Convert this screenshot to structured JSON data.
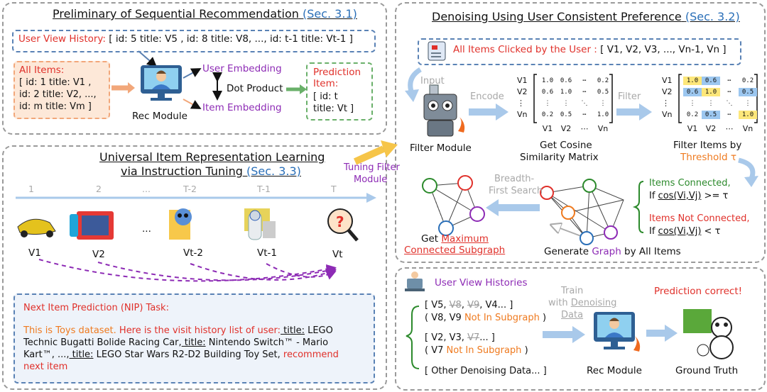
{
  "colors": {
    "red": "#e0302a",
    "orange": "#ef7a1f",
    "green": "#2c8a2c",
    "purple": "#8d2bb5",
    "section_blue": "#2a6fb8",
    "arrow_blue": "#a9c9ea",
    "highlight_yellow": "#fde77a",
    "highlight_blue": "#9cc7f0"
  },
  "prelim": {
    "title": "Preliminary of Sequential Recommendation",
    "sec": "(Sec. 3.1)",
    "history_label": "User View History:",
    "history_text": "[ id: 5 title: V5 , id: 8 title: V8, ..., id: t-1 title: Vt-1 ]",
    "all_items_label": "All Items:",
    "all_items_lines": [
      "[ id: 1 title: V1 ,",
      "id: 2 title: V2, ...,",
      "id: m title: Vm ]"
    ],
    "rec_module": "Rec Module",
    "user_embedding": "User Embedding",
    "item_embedding": "Item Embedding",
    "dot_product": "Dot Product",
    "prediction_label": "Prediction Item:",
    "prediction_lines": [
      "[ id: t",
      "title: Vt ]"
    ]
  },
  "universal": {
    "title_line1": "Universal Item Representation Learning",
    "title_line2": "via Instruction Tuning",
    "sec": "(Sec. 3.3)",
    "timeline": [
      "1",
      "2",
      "...",
      "T-2",
      "T-1",
      "T"
    ],
    "items": [
      "V1",
      "V2",
      "...",
      "Vt-2",
      "Vt-1",
      "Vt"
    ],
    "nip_title": "Next Item Prediction (NIP) Task:",
    "nip_line1a": "This is Toys dataset.",
    "nip_line1b": " Here is the visit history list of user:",
    "nip_line1c": " title:",
    "nip_line1d": " LEGO",
    "nip_line2a": "Technic Bugatti Bolide Racing Car,",
    "nip_line2b": " title:",
    "nip_line2c": " Nintendo Switch™ - Mario",
    "nip_line3a": "Kart™, ...,",
    "nip_line3b": " title:",
    "nip_line3c": " LEGO Star Wars R2-D2 Building Toy Set,",
    "nip_line3d": " recommend",
    "nip_line4": "next item",
    "tuning_line1": "Tuning Filter",
    "tuning_line2": "Module"
  },
  "denoise": {
    "title": "Denoising Using User Consistent Preference",
    "sec": "(Sec. 3.2)",
    "clicked_label": "All Items Clicked by the User :",
    "clicked_list": "[ V1, V2, V3, ..., Vn-1, Vn ]",
    "input": "Input",
    "encode": "Encode",
    "filter": "Filter",
    "filter_module": "Filter Module",
    "cosine_line1": "Get Cosine",
    "cosine_line2": "Similarity Matrix",
    "filter_items_line1": "Filter Items by",
    "threshold": "Threshold τ",
    "row_labels": [
      "V1",
      "V2",
      "⋮",
      "Vn"
    ],
    "col_labels": [
      "V1",
      "V2",
      "⋯",
      "Vn"
    ],
    "matrix_rows": [
      [
        "1.0",
        "0.6",
        "⋯",
        "0.2"
      ],
      [
        "0.6",
        "1.0",
        "⋯",
        "0.5"
      ],
      [
        "⋮",
        "⋮",
        "⋱",
        "⋮"
      ],
      [
        "0.2",
        "0.5",
        "⋯",
        "1.0"
      ]
    ],
    "connected_label": "Items Connected,",
    "connected_cond_prefix": "If ",
    "connected_cond": "cos(Vi,Vj)",
    "connected_cond_suffix": " >= τ",
    "not_connected_label": "Items Not Connected,",
    "not_connected_cond_suffix": " < τ",
    "bfs_line1": "Breadth-",
    "bfs_line2": "First Search",
    "get_prefix": "Get ",
    "get_max_line1": "Maximum",
    "get_max_line2": "Connected Subgraph",
    "generate_prefix": "Generate ",
    "generate_graph": "Graph",
    "generate_suffix": " by All Items"
  },
  "bottom": {
    "histories_label": "User View Histories",
    "row1": {
      "prefix": "[ V5, ",
      "s1": "V8",
      "mid": ", ",
      "s2": "V9",
      "suffix": ", V4... ]"
    },
    "row1_note_prefix": "( V8, V9 ",
    "row1_note_orange": "Not In Subgraph",
    "row1_note_suffix": " )",
    "row2": {
      "prefix": "[ V2, V3, ",
      "s1": "V7",
      "suffix": "... ]"
    },
    "row2_note_prefix": "( V7 ",
    "row2_note_orange": "Not In Subgraph",
    "row2_note_suffix": " )",
    "row3": "[ Other Denoising Data... ]",
    "train_line1": "Train",
    "train_line2_prefix": "with ",
    "train_line2_u": "Denoising",
    "train_line3": "Data",
    "rec_module": "Rec Module",
    "prediction_correct": "Prediction correct!",
    "ground_truth": "Ground Truth"
  }
}
